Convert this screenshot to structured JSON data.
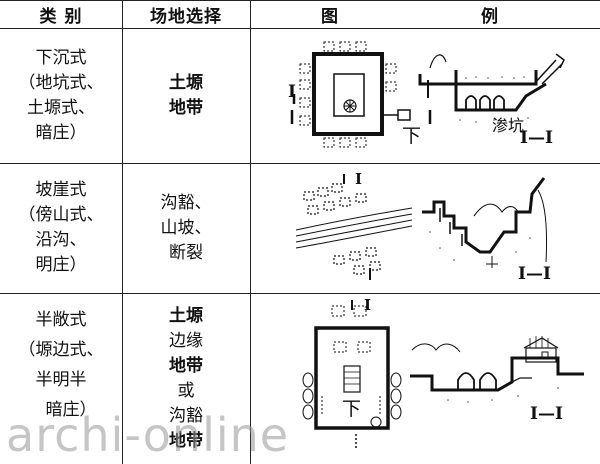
{
  "headers": {
    "type": "类 别",
    "site": "场地选择",
    "figure_left": "图",
    "figure_right": "例"
  },
  "rows": [
    {
      "type_lines": [
        "下沉式",
        "（地坑式、",
        "土塬式、",
        "暗庄）"
      ],
      "site_lines": [
        "土塬",
        "地带"
      ],
      "figure_labels": {
        "section_mark": "I",
        "down": "下",
        "pit": "渗坑",
        "section_title": "I—I"
      }
    },
    {
      "type_lines": [
        "坡崖式",
        "（傍山式、",
        "沿沟、",
        "明庄）"
      ],
      "site_lines": [
        "沟豁、",
        "山坡、",
        "断裂"
      ],
      "figure_labels": {
        "section_mark": "I",
        "section_title": "I—I"
      }
    },
    {
      "type_lines": [
        "半敞式",
        "（塬边式、",
        "半明半",
        "暗庄）"
      ],
      "site_lines": [
        "土塬",
        "边缘",
        "地带",
        "或",
        "沟豁",
        "地带"
      ],
      "figure_labels": {
        "section_mark": "I",
        "down": "下",
        "section_title": "I—I"
      }
    }
  ],
  "watermark": "archi-online"
}
